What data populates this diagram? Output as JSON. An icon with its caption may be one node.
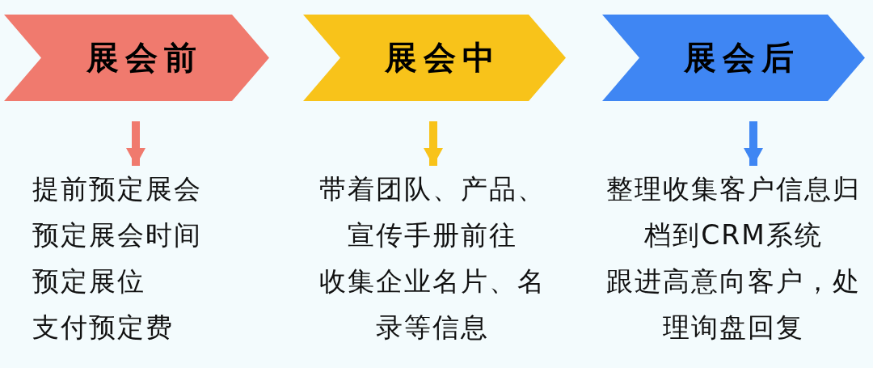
{
  "diagram": {
    "nodes": [
      {
        "text": [
          "展会前"
        ]
      },
      {
        "text": [
          "展会中"
        ]
      },
      {
        "text": [
          "展会后"
        ]
      },
      {
        "text": [
          "提前预定展会",
          "预定展会时间",
          "预定展位",
          "支付预定费"
        ]
      },
      {
        "text": [
          "带着团队、产品、宣传手册前往",
          "收集企业名片、名录等信息"
        ]
      },
      {
        "text": [
          "整理收集客户信息归档到CRM系统",
          "跟进高意向客户，处理询盘回复"
        ]
      }
    ],
    "edges": [
      {
        "from": 0,
        "to": 3,
        "arrow": "to",
        "color": "#f07a6e"
      },
      {
        "from": 1,
        "to": 4,
        "arrow": "to",
        "color": "#f8c31a"
      },
      {
        "from": 2,
        "to": 5,
        "arrow": "to",
        "color": "#3f86f3"
      }
    ]
  }
}
